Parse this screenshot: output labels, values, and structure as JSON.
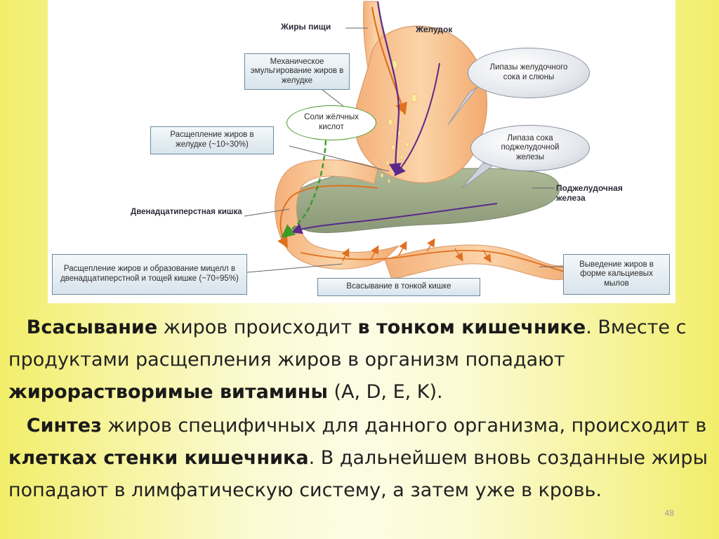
{
  "diagram": {
    "labels": {
      "dietary_fats": "Жиры пищи",
      "stomach": "Желудок",
      "pancreas": "Поджелудочная железа",
      "duodenum": "Двенадцатиперстная кишка"
    },
    "boxes": {
      "mech_emulsification": "Механическое эмульгирование жиров в желудке",
      "stomach_breakdown": "Расщепление жиров в желудке (~10÷30%)",
      "micelle_formation": "Расщепление жиров и образование мицелл в двенадцатиперстной и тощей кишке (~70÷95%)",
      "small_intestine_absorption": "Всасывание в тонкой кишке",
      "excretion": "Выведение жиров в форме кальциевых мылов"
    },
    "ovals": {
      "gastric_lipases": "Липазы желудочного сока и слюны",
      "pancreatic_lipase": "Липаза сока поджелудочной железы",
      "bile_salts": "Соли жёлчных кислот"
    }
  },
  "text": {
    "p1": {
      "b1": "Всасывание",
      "t1": " жиров происходит ",
      "b2": "в тонком кишечнике",
      "t2": ". Вместе с продуктами расщепления жиров в организм попадают ",
      "b3": "жирорастворимые витамины",
      "t3": " (A, D, E, K)."
    },
    "p2": {
      "b1": "Синтез",
      "t1": " жиров специфичных для данного организма, происходит в ",
      "b2": "клетках стенки кишечника",
      "t2": ". В дальнейшем вновь созданные жиры попадают в лимфатическую систему, а затем уже в кровь."
    }
  },
  "page_number": "48",
  "colors": {
    "background": "#f6f398",
    "organ": "#f7c79a",
    "pancreas": "#9caa88",
    "fat_flow": "#e07020",
    "enzyme_flow": "#5a2a8a",
    "bile_flow": "#3a9a2a"
  }
}
